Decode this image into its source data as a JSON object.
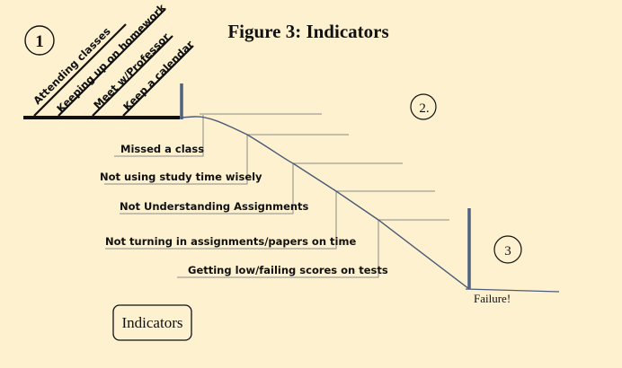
{
  "figure": {
    "title": "Figure 3:  Indicators",
    "stage_labels": {
      "one": "1",
      "two": "2.",
      "three": "3"
    },
    "success_habits": [
      "Attending classes",
      "Keeping up on homework",
      "Meet w/Professor",
      "Keep a calendar"
    ],
    "warning_indicators": [
      "Missed a class",
      "Not using study time wisely",
      "Not Understanding Assignments",
      "Not turning in assignments/papers on time",
      "Getting low/failing scores on tests"
    ],
    "end_label": "Failure!",
    "caption_box": "Indicators",
    "colors": {
      "background": "#fdf1cf",
      "line": "#111111",
      "thin_line": "#8a8a8a",
      "marker": "#4f6283",
      "curve": "#4a5a78"
    }
  }
}
